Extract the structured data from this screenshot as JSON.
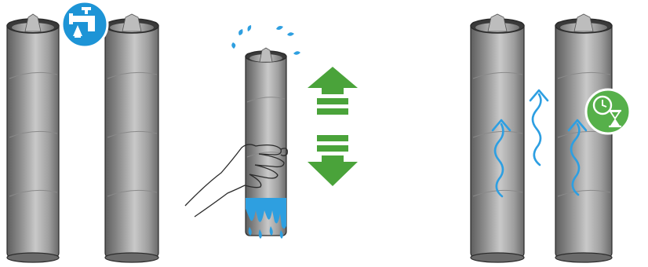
{
  "colors": {
    "tube_dark": "#6d6d6d",
    "tube_mid": "#a3a3a3",
    "tube_light": "#d6d6d6",
    "inner_dark": "#3a3a3a",
    "outline": "#2b2b2b",
    "water_blue": "#2e9fe0",
    "badge_blue": "#1d94d6",
    "arrow_green": "#4aa33a",
    "badge_green": "#56b04a",
    "wave_blue": "#2d9fe2"
  },
  "icons": {
    "tap": "water-tap-icon",
    "timer": "clock-hourglass-icon",
    "up_arrow": "up-arrow-icon",
    "down_arrow": "down-arrow-icon",
    "evaporation": "wavy-up-arrow-icon"
  },
  "steps": [
    {
      "name": "rinse",
      "icon": "water-tap-icon"
    },
    {
      "name": "shake",
      "icon": "up-down-arrows-icon"
    },
    {
      "name": "dry",
      "icon": "clock-hourglass-icon"
    }
  ]
}
